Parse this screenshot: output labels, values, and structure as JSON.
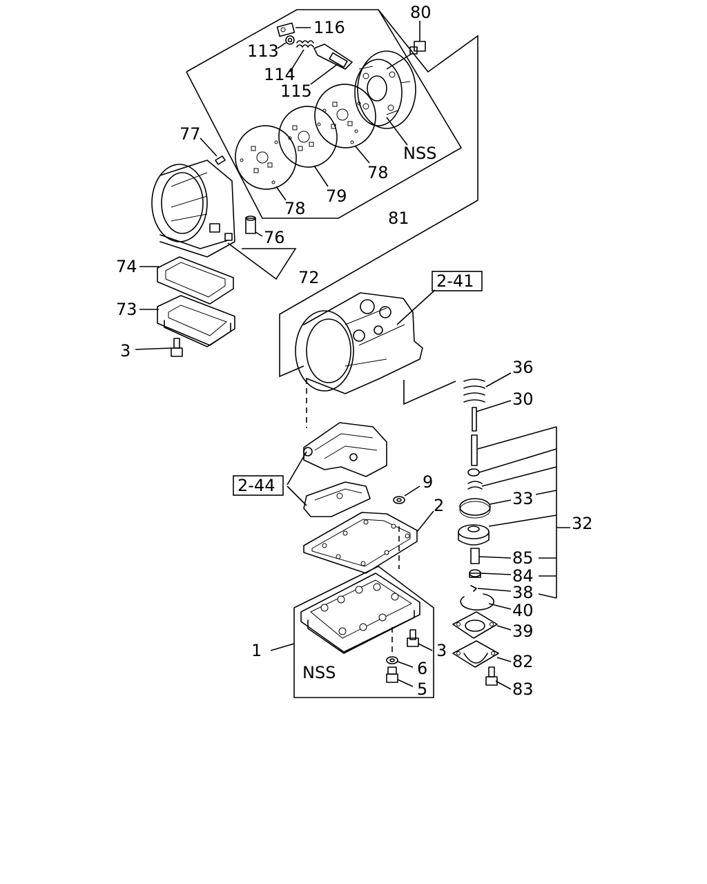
{
  "labels": {
    "l116": "116",
    "l80": "80",
    "l113": "113",
    "l114": "114",
    "l115": "115",
    "l77": "77",
    "lnss_top": "NSS",
    "l78a": "78",
    "l79": "79",
    "l78b": "78",
    "l81": "81",
    "l76": "76",
    "l74": "74",
    "l72": "72",
    "l73": "73",
    "l3a": "3",
    "ref241": "2-41",
    "l36": "36",
    "l30": "30",
    "ref244": "2-44",
    "l9": "9",
    "l33": "33",
    "l2": "2",
    "l32": "32",
    "l85": "85",
    "l84": "84",
    "l38": "38",
    "l40": "40",
    "l39": "39",
    "l1": "1",
    "l3b": "3",
    "lnss_pan": "NSS",
    "l6": "6",
    "l82": "82",
    "l5": "5",
    "l83": "83"
  }
}
